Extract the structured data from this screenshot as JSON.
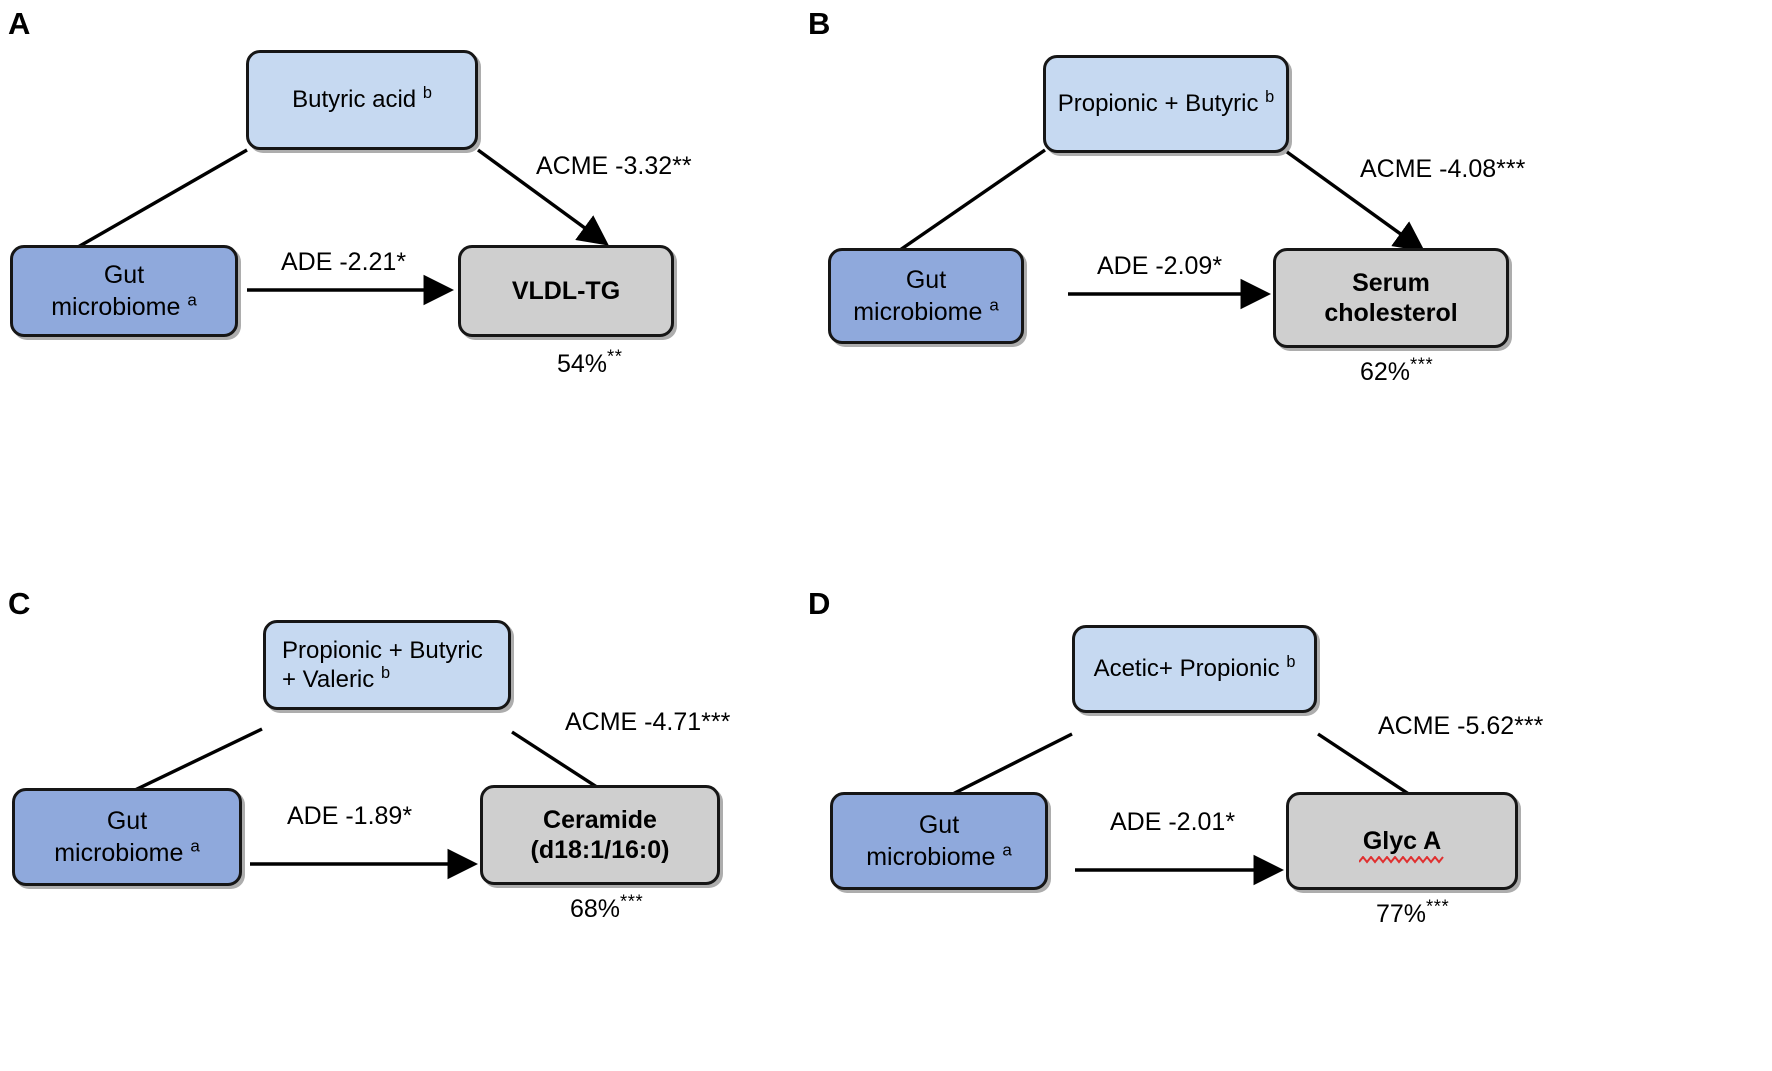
{
  "figure": {
    "type": "mediation-diagram-multipanel",
    "panel_count": 4,
    "colors": {
      "mediator_box": "#c6d9f1",
      "exposure_box": "#8fa9dc",
      "outcome_box": "#cfcfcf",
      "box_border": "#161616",
      "arrow": "#000000",
      "spellcheck_squiggle": "#e03030",
      "background": "#ffffff"
    }
  },
  "panels": [
    {
      "letter": "A",
      "exposure": {
        "label": "Gut",
        "label2": "microbiome",
        "superscript": "a"
      },
      "mediator": {
        "label": "Butyric acid",
        "superscript": "b"
      },
      "outcome": {
        "line1": "VLDL-TG",
        "line2": "",
        "spellcheck": false
      },
      "acme": {
        "prefix": "ACME -3.32",
        "stars": "**"
      },
      "ade": {
        "prefix": "ADE -2.21",
        "stars": "*"
      },
      "proportion": {
        "value": "54%",
        "stars": "**"
      }
    },
    {
      "letter": "B",
      "exposure": {
        "label": "Gut",
        "label2": "microbiome",
        "superscript": "a"
      },
      "mediator": {
        "label": "Propionic + Butyric",
        "superscript": "b"
      },
      "outcome": {
        "line1": "Serum",
        "line2": "cholesterol",
        "spellcheck": false
      },
      "acme": {
        "prefix": "ACME -4.08",
        "stars": "***"
      },
      "ade": {
        "prefix": "ADE -2.09",
        "stars": "*"
      },
      "proportion": {
        "value": "62%",
        "stars": "***"
      }
    },
    {
      "letter": "C",
      "exposure": {
        "label": "Gut",
        "label2": "microbiome",
        "superscript": "a"
      },
      "mediator": {
        "label": "Propionic + Butyric + Valeric",
        "superscript": "b"
      },
      "outcome": {
        "line1": "Ceramide",
        "line2": "(d18:1/16:0)",
        "spellcheck": false
      },
      "acme": {
        "prefix": "ACME -4.71",
        "stars": "***"
      },
      "ade": {
        "prefix": "ADE -1.89",
        "stars": "*"
      },
      "proportion": {
        "value": "68%",
        "stars": "***"
      }
    },
    {
      "letter": "D",
      "exposure": {
        "label": "Gut",
        "label2": "microbiome",
        "superscript": "a"
      },
      "mediator": {
        "label": "Acetic+ Propionic",
        "superscript": "b"
      },
      "outcome": {
        "line1": "Glyc A",
        "line2": "",
        "spellcheck": true
      },
      "acme": {
        "prefix": "ACME -5.62",
        "stars": "***"
      },
      "ade": {
        "prefix": "ADE -2.01",
        "stars": "*"
      },
      "proportion": {
        "value": "77%",
        "stars": "***"
      }
    }
  ]
}
